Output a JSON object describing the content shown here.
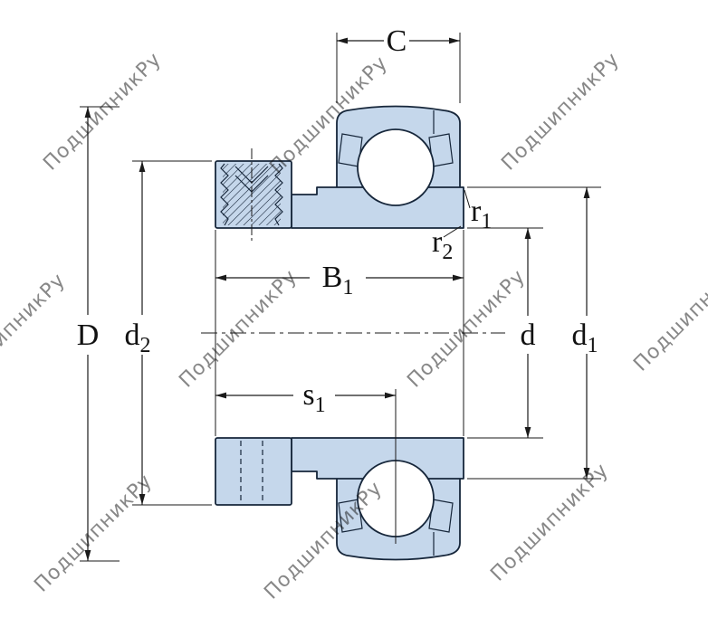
{
  "drawing": {
    "type": "bearing-cross-section",
    "watermark": {
      "text": "ПодшипникРу"
    },
    "colors": {
      "part_fill": "#c5d7eb",
      "outline": "#16263a",
      "dimension": "#1a1a1a",
      "watermark": "#9aa2aa"
    },
    "dims": {
      "C": {
        "label": "C"
      },
      "D": {
        "label": "D"
      },
      "d2": {
        "base": "d",
        "sub": "2"
      },
      "B1": {
        "base": "B",
        "sub": "1"
      },
      "s1": {
        "base": "s",
        "sub": "1"
      },
      "d": {
        "label": "d"
      },
      "d1": {
        "base": "d",
        "sub": "1"
      },
      "r1": {
        "base": "r",
        "sub": "1"
      },
      "r2": {
        "base": "r",
        "sub": "2"
      }
    }
  }
}
